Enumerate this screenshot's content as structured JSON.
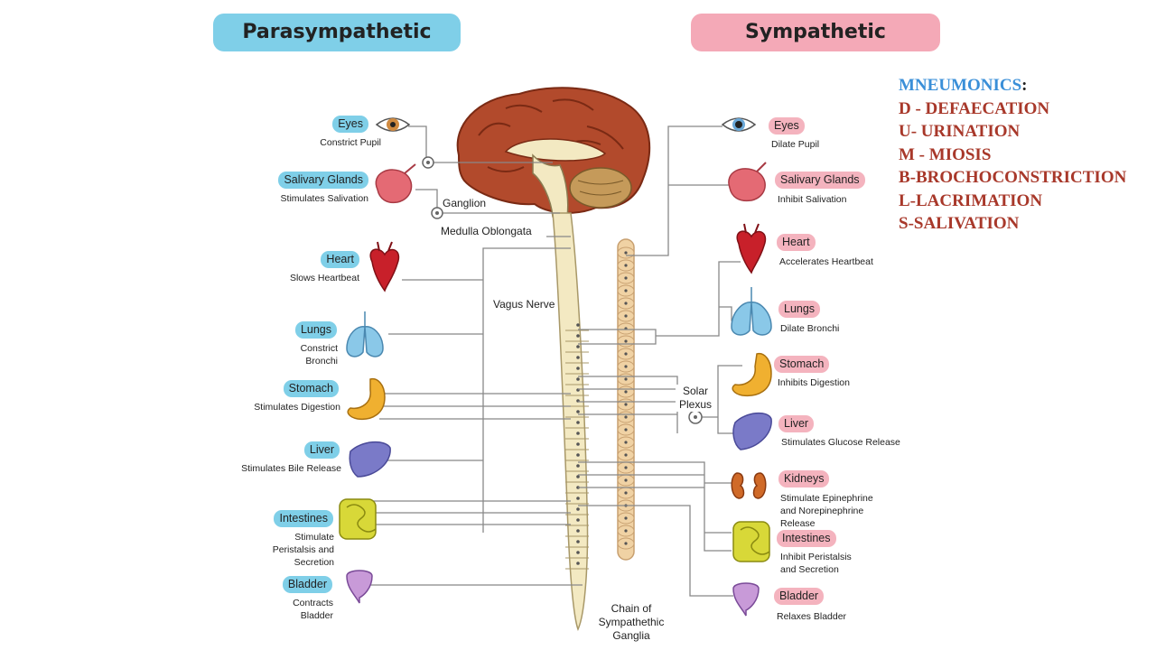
{
  "headers": {
    "parasympathetic": "Parasympathetic",
    "sympathetic": "Sympathetic"
  },
  "parasympathetic": [
    {
      "organ": "Eyes",
      "action": "Constrict Pupil"
    },
    {
      "organ": "Salivary Glands",
      "action": "Stimulates Salivation"
    },
    {
      "organ": "Heart",
      "action": "Slows Heartbeat"
    },
    {
      "organ": "Lungs",
      "action": "Constrict Bronchi"
    },
    {
      "organ": "Stomach",
      "action": "Stimulates Digestion"
    },
    {
      "organ": "Liver",
      "action": "Stimulates Bile Release"
    },
    {
      "organ": "Intestines",
      "action": "Stimulate Peristalsis and Secretion"
    },
    {
      "organ": "Bladder",
      "action": "Contracts Bladder"
    }
  ],
  "sympathetic": [
    {
      "organ": "Eyes",
      "action": "Dilate Pupil"
    },
    {
      "organ": "Salivary Glands",
      "action": "Inhibit Salivation"
    },
    {
      "organ": "Heart",
      "action": "Accelerates Heartbeat"
    },
    {
      "organ": "Lungs",
      "action": "Dilate Bronchi"
    },
    {
      "organ": "Stomach",
      "action": "Inhibits Digestion"
    },
    {
      "organ": "Liver",
      "action": "Stimulates Glucose Release"
    },
    {
      "organ": "Kidneys",
      "action": "Stimulate Epinephrine and Norepinephrine Release"
    },
    {
      "organ": "Intestines",
      "action": "Inhibit Peristalsis and Secretion"
    },
    {
      "organ": "Bladder",
      "action": "Relaxes Bladder"
    }
  ],
  "labels": {
    "ganglion": "Ganglion",
    "medulla": "Medulla Oblongata",
    "vagus": "Vagus Nerve",
    "solar_plexus": "Solar Plexus",
    "chain": "Chain of Sympathethic Ganglia"
  },
  "mnemonics": {
    "title": "MNEUMONICS",
    "colon": ":",
    "items": [
      "D - DEFAECATION",
      "U- URINATION",
      "M - MIOSIS",
      "B-BROCHOCONSTRICTION",
      "L-LACRIMATION",
      "S-SALIVATION"
    ]
  },
  "colors": {
    "para_tag": "#7fcfe8",
    "symp_tag": "#f4a9b7",
    "mnemonic_title": "#3a8fd8",
    "mnemonic_items": "#a8382a",
    "spinal_cord": "#f3e9c2"
  }
}
